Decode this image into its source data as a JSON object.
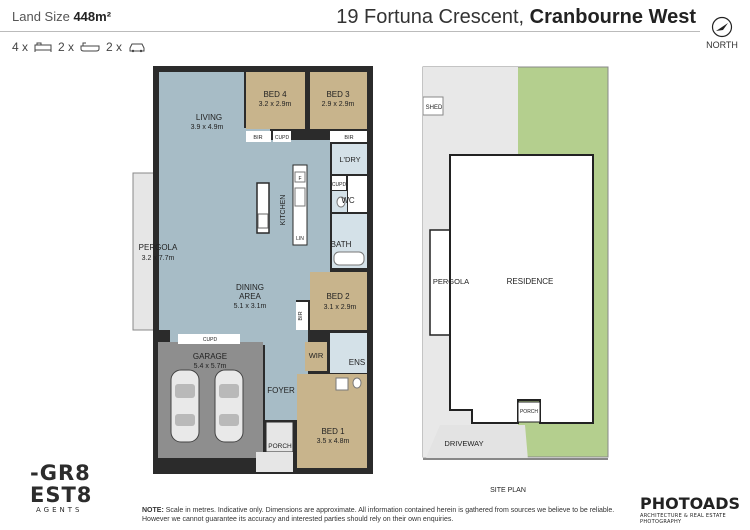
{
  "header": {
    "land_size_label": "Land Size",
    "land_size_value": "448m²",
    "address_street": "19 Fortuna Crescent,",
    "address_suburb": "Cranbourne West",
    "north_label": "NORTH"
  },
  "counts": {
    "bed_count": "4 x",
    "bath_count": "2 x",
    "car_count": "2 x"
  },
  "floorplan": {
    "living": {
      "name": "LIVING",
      "size": "3.9 x 4.9m"
    },
    "bed4": {
      "name": "BED 4",
      "size": "3.2 x 2.9m"
    },
    "bed3": {
      "name": "BED 3",
      "size": "2.9 x 2.9m"
    },
    "bed2": {
      "name": "BED 2",
      "size": "3.1 x 2.9m"
    },
    "bed1": {
      "name": "BED 1",
      "size": "3.5 x 4.8m"
    },
    "pergola": {
      "name": "PERGOLA",
      "size": "3.2 x 7.7m"
    },
    "dining": {
      "name1": "DINING",
      "name2": "AREA",
      "size": "5.1 x 3.1m"
    },
    "garage": {
      "name": "GARAGE",
      "size": "5.4 x 5.7m"
    },
    "kitchen": "KITCHEN",
    "laundry": "L'DRY",
    "wc": "WC",
    "bath": "BATH",
    "ens": "ENS",
    "wir": "WIR",
    "foyer": "FOYER",
    "porch": "PORCH",
    "bir": "BIR",
    "cupd": "CUPD",
    "lin": "LIN",
    "fridge": "F"
  },
  "siteplan": {
    "title": "SITE PLAN",
    "shed": "SHED",
    "pergola": "PERGOLA",
    "residence": "RESIDENCE",
    "porch": "PORCH",
    "driveway": "DRIVEWAY"
  },
  "footer": {
    "note_label": "NOTE:",
    "note_line1": "Scale in metres. Indicative only. Dimensions are approximate. All information contained herein is gathered from sources we believe to be reliable.",
    "note_line2": "However we cannot guarantee its accuracy and interested parties should rely on their own enquiries.",
    "agency_line1": "-GR8",
    "agency_line2": "EST8",
    "agency_sub": "AGENTS",
    "studio_name": "PHOTOADS",
    "studio_tagline": "ARCHITECTURE & REAL ESTATE PHOTOGRAPHY"
  },
  "colors": {
    "living_blue": "#a7bcc6",
    "bedroom_tan": "#c8b48c",
    "wet_area_blue": "#d4e1e8",
    "grass_green": "#b4cf8e",
    "garage_grey": "#8e8e8e",
    "pergola_grey": "#e6e6e6"
  }
}
